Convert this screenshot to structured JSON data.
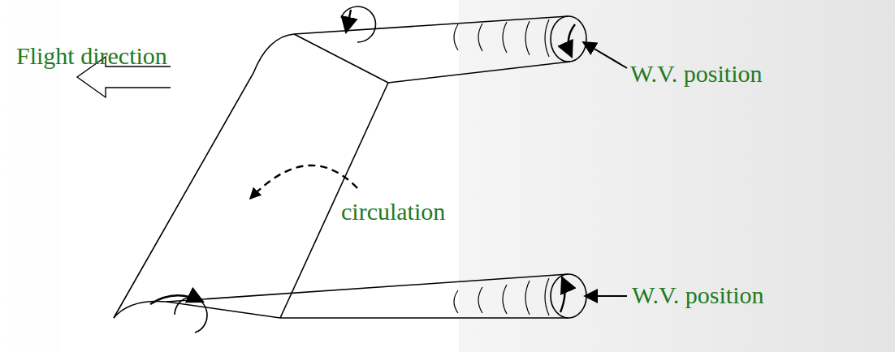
{
  "diagram": {
    "labels": [
      "Flight direction",
      "W.V. position",
      "circulation",
      "W.V. position"
    ]
  }
}
